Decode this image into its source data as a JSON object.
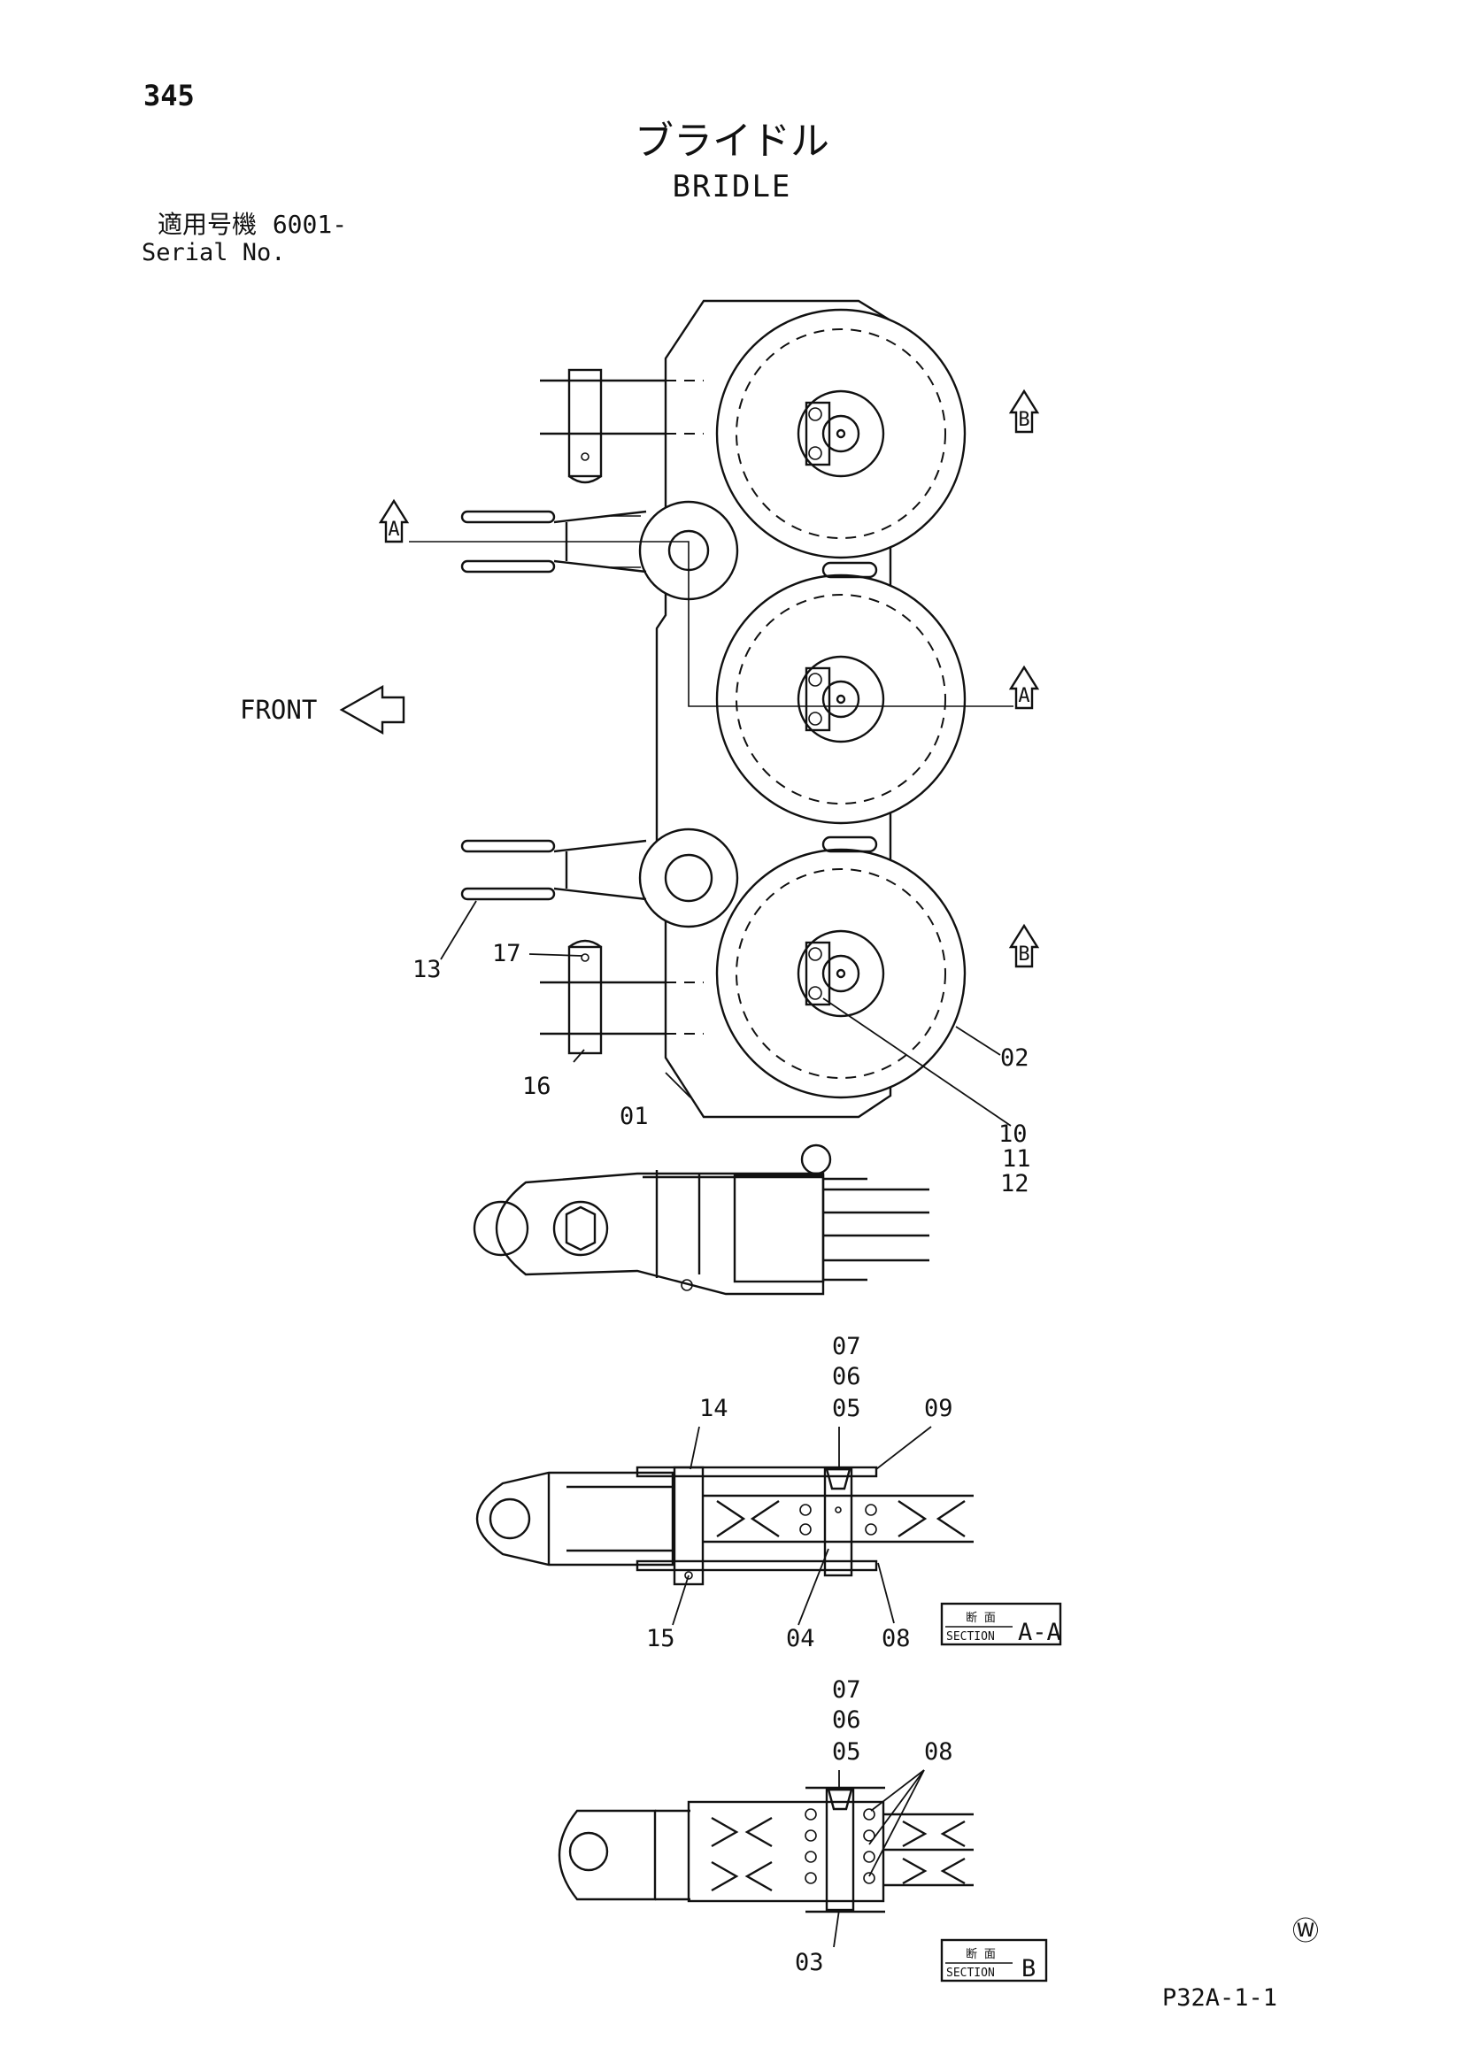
{
  "page_number": "345",
  "title_jp": "ブライドル",
  "title_en": "BRIDLE",
  "serial_label_jp": "適用号機",
  "serial_value": "6001-",
  "serial_label_en": "Serial No.",
  "front_label": "FRONT",
  "view_markers": {
    "a": "A",
    "b": "B"
  },
  "section_box": {
    "jp_label": "断 面",
    "en_label": "SECTION"
  },
  "section_titles": {
    "aa": "A-A",
    "b": "B"
  },
  "part_numbers": {
    "p01": "01",
    "p02": "02",
    "p03": "03",
    "p04": "04",
    "p05": "05",
    "p06": "06",
    "p07": "07",
    "p08": "08",
    "p09": "09",
    "p10": "10",
    "p11": "11",
    "p12": "12",
    "p13": "13",
    "p14": "14",
    "p15": "15",
    "p16": "16",
    "p17": "17"
  },
  "watermark_symbol": "Ⓦ",
  "page_ref": "P32A-1-1"
}
